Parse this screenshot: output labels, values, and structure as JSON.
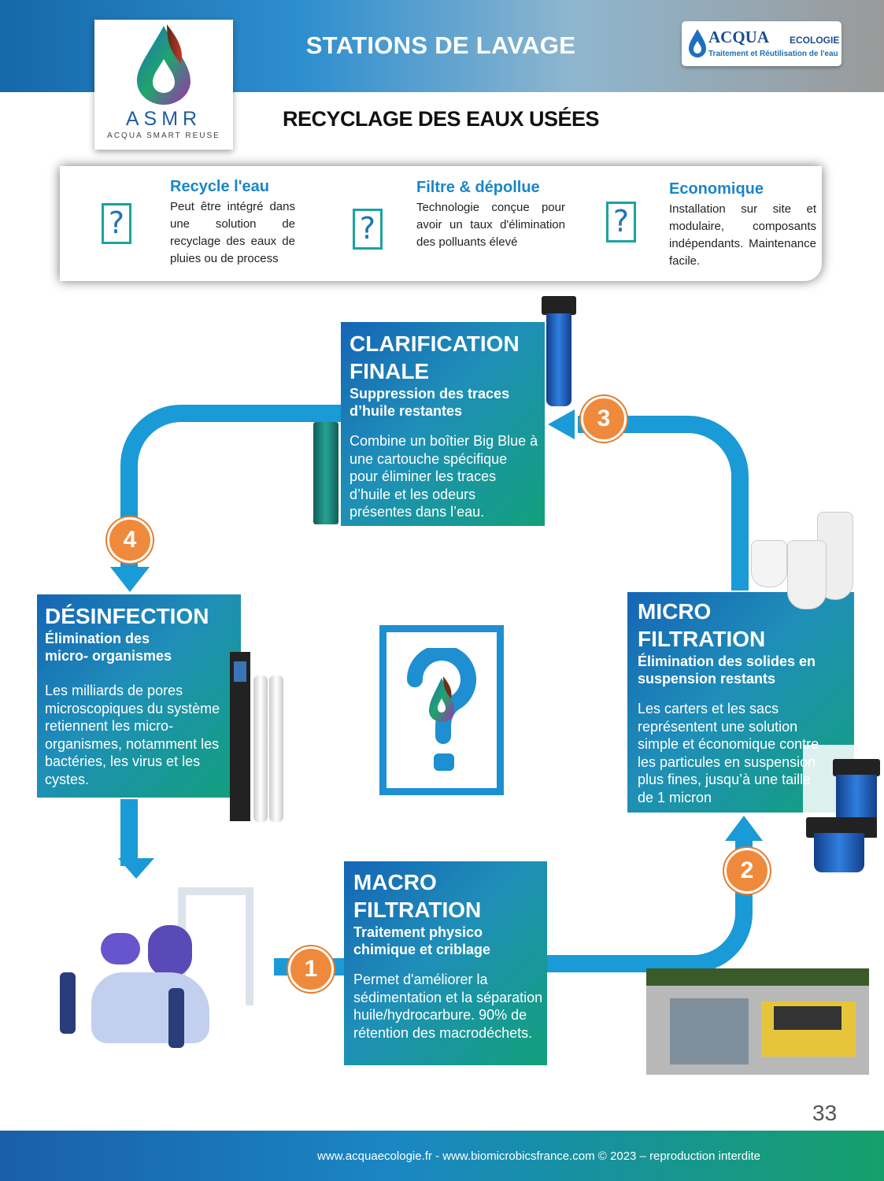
{
  "header": {
    "title": "STATIONS DE LAVAGE",
    "subtitle": "RECYCLAGE DES EAUX USÉES"
  },
  "logos": {
    "asmr_name": "ASMR",
    "asmr_tagline": "ACQUA SMART REUSE",
    "acqua_name": "ACQUA",
    "acqua_suffix": "ECOLOGIE",
    "acqua_tagline": "Traitement et Réutilisation de l'eau"
  },
  "features": [
    {
      "title": "Recycle l'eau",
      "text": "Peut être intégré dans une solution de recyclage des eaux de pluies ou de process",
      "icon": "question-icon"
    },
    {
      "title": "Filtre & dépollue",
      "text": "Technologie conçue pour avoir un taux d'élimination des polluants élevé",
      "icon": "question-icon"
    },
    {
      "title": "Economique",
      "text": "Installation sur site et modulaire, composants indépendants. Maintenance facile.",
      "icon": "question-icon"
    }
  ],
  "steps": {
    "clarification": {
      "title_1": "CLARIFICATION",
      "title_2": "FINALE",
      "subtitle": "Suppression des traces d’huile restantes",
      "text": "Combine un boîtier Big Blue à une cartouche spécifique pour éliminer les traces d’huile et les odeurs présentes dans l’eau."
    },
    "desinfection": {
      "title_1": "DÉSINFECTION",
      "subtitle_1": "Élimination des",
      "subtitle_2": "micro- organismes",
      "text": "Les milliards de pores microscopiques du système retiennent les micro-organismes, notamment les bactéries, les virus et les cystes."
    },
    "micro": {
      "title_1": "MICRO",
      "title_2": "FILTRATION",
      "subtitle": "Élimination des solides en suspension restants",
      "text": "Les carters et les sacs représentent une solution simple et économique contre les particules en suspension plus fines, jusqu’à une taille de 1 micron"
    },
    "macro": {
      "title_1": "MACRO",
      "title_2": "FILTRATION",
      "subtitle": "Traitement physico chimique et criblage",
      "text": "Permet d'améliorer la sédimentation et la séparation huile/hydrocarbure. 90% de rétention des macrodéchets."
    }
  },
  "step_numbers": [
    "1",
    "2",
    "3",
    "4"
  ],
  "page_number": "33",
  "footer": "www.acquaecologie.fr - www.biomicrobicsfrance.com © 2023 – reproduction interdite",
  "colors": {
    "accent_blue": "#1a9ad6",
    "orange": "#ef8a3c",
    "teal": "#1aa3a0"
  }
}
